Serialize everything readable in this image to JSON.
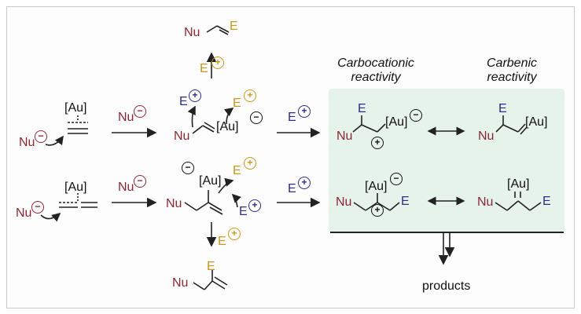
{
  "labels": {
    "nu": "Nu",
    "e": "E",
    "au": "[Au]",
    "products": "products"
  },
  "headers": {
    "carbocationic_line1": "Carbocationic",
    "carbocationic_line2": "reactivity",
    "carbenic_line1": "Carbenic",
    "carbenic_line2": "reactivity"
  },
  "charges": {
    "plus": "+",
    "minus": "−"
  },
  "colors": {
    "nucleophile": "#8a2734",
    "electrophile_orange": "#c9961e",
    "electrophile_blue": "#2a2f86",
    "panel": "#e6f3ea"
  }
}
